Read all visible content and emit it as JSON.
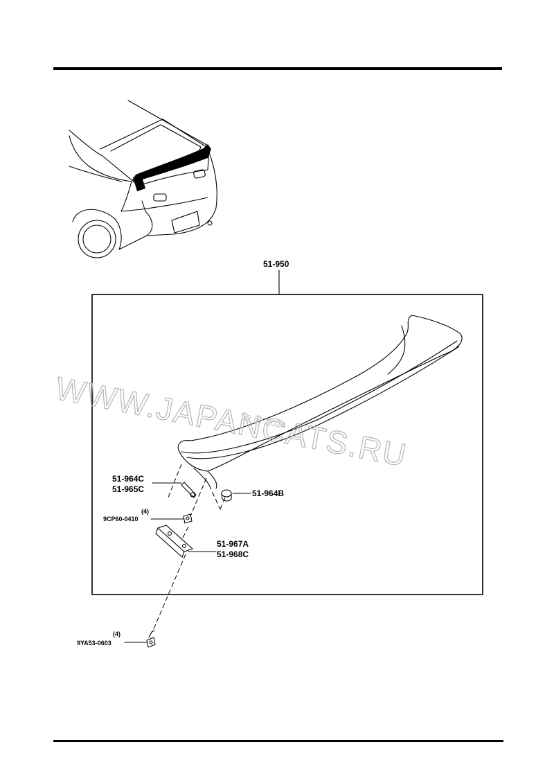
{
  "parts": {
    "assembly": "51-950",
    "bracket_a": "51-964C",
    "bracket_b": "51-965C",
    "grommet": "51-964B",
    "nut_qty": "(4)",
    "nut": "9CP60-0410",
    "pad_a": "51-967A",
    "pad_b": "51-968C",
    "bolt_qty": "(4)",
    "bolt": "9YA53-0603"
  },
  "watermark": {
    "site": "WWW.JAPANCATS.RU",
    "date": "12.07.2026"
  }
}
